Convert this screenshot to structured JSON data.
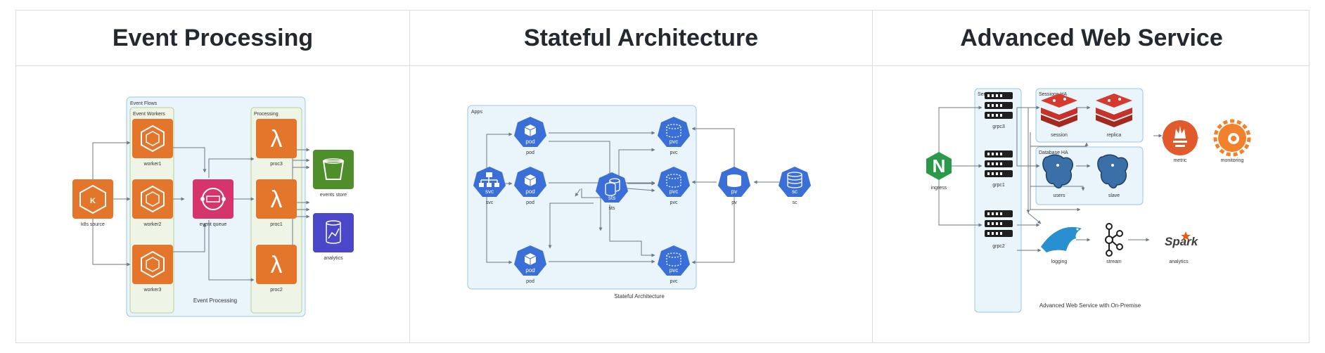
{
  "columns": [
    {
      "title": "Event Processing"
    },
    {
      "title": "Stateful Architecture"
    },
    {
      "title": "Advanced Web Service"
    }
  ],
  "event": {
    "group_outer": "Event Flows",
    "group_workers": "Event Workers",
    "group_processing": "Processing",
    "nodes": {
      "source": "k8s source",
      "worker1": "worker1",
      "worker2": "worker2",
      "worker3": "worker3",
      "queue": "event queue",
      "proc3": "proc3",
      "proc1": "proc1",
      "proc2": "proc2",
      "store": "events store",
      "analytics": "analytics"
    },
    "caption": "Event Processing"
  },
  "stateful": {
    "group": "Apps",
    "nodes": {
      "svc": "svc",
      "pod1": "pod",
      "pod2": "pod",
      "pod3": "pod",
      "sts": "sts",
      "pvc1": "pvc",
      "pvc2": "pvc",
      "pvc3": "pvc",
      "pv": "pv",
      "sc": "sc"
    },
    "caption": "Stateful Architecture"
  },
  "web": {
    "group_cluster": "Service Cluster",
    "group_sessions": "Sessions HA",
    "group_db": "Database HA",
    "nodes": {
      "ingress": "ingress",
      "grpc3": "grpc3",
      "grpc1": "grpc1",
      "grpc2": "grpc2",
      "session": "session",
      "replica": "replica",
      "users": "users",
      "slave": "slave",
      "metric": "metric",
      "monitoring": "monitoring",
      "logging": "logging",
      "stream": "stream",
      "analytics": "analytics",
      "spark_logo": "Spark"
    },
    "caption": "Advanced Web Service with On-Premise"
  },
  "colors": {
    "aws_orange": "#e3762b",
    "aws_pink": "#d6356b",
    "aws_green": "#4f8f2b",
    "aws_purple": "#4a47c8",
    "k8s_blue": "#3b6fd8",
    "cluster_bg": "#e9f4fb",
    "inner_bg": "#eef5e6",
    "redis_red": "#d63a2e",
    "pg_blue": "#3a6fa8",
    "prom_red": "#e05a2b",
    "grafana_orange": "#f2812b",
    "nginx_green": "#2a9a4a"
  }
}
